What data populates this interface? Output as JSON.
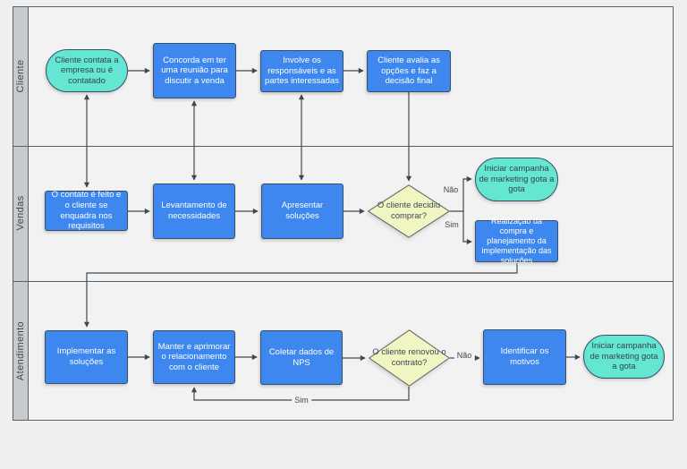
{
  "diagram": {
    "lanes": [
      {
        "label": "Cliente"
      },
      {
        "label": "Vendas"
      },
      {
        "label": "Atendimento"
      }
    ],
    "nodes": [
      {
        "type": "terminator",
        "label": "Cliente contata a empresa ou é contatado"
      },
      {
        "type": "process",
        "label": "Concorda em ter uma reunião para discutir a venda"
      },
      {
        "type": "process",
        "label": "Involve os responsáveis e as partes interessadas"
      },
      {
        "type": "process",
        "label": "Cliente avalia as opções e faz a decisão final"
      },
      {
        "type": "process",
        "label": "O contato é feito e o cliente se enquadra nos requisitos"
      },
      {
        "type": "process",
        "label": "Levantamento de necessidades"
      },
      {
        "type": "process",
        "label": "Apresentar soluções"
      },
      {
        "type": "decision",
        "label": "O cliente decidiu comprar?"
      },
      {
        "type": "terminator",
        "label": "Iniciar campanha de marketing gota a gota"
      },
      {
        "type": "process",
        "label": "Realização da compra e planejamento da implementação das soluções"
      },
      {
        "type": "process",
        "label": "Implementar as soluções"
      },
      {
        "type": "process",
        "label": "Manter e aprimorar o relacionamento com o cliente"
      },
      {
        "type": "process",
        "label": "Coletar dados de NPS"
      },
      {
        "type": "decision",
        "label": "O cliente renovou o contrato?"
      },
      {
        "type": "process",
        "label": "Identificar os motivos"
      },
      {
        "type": "terminator",
        "label": "Iniciar campanha de marketing gota a gota"
      }
    ],
    "edge_labels": [
      {
        "label": "Não"
      },
      {
        "label": "Sim"
      },
      {
        "label": "Não"
      },
      {
        "label": "Sim"
      }
    ]
  },
  "colors": {
    "process_fill": "#3d87ee",
    "terminator_fill": "#63e6d2",
    "decision_fill": "#f0f5c1",
    "connector_color": "#3e4852",
    "lane_header_fill": "#c8cbce",
    "lane_body_fill": "#f2f2f2"
  }
}
